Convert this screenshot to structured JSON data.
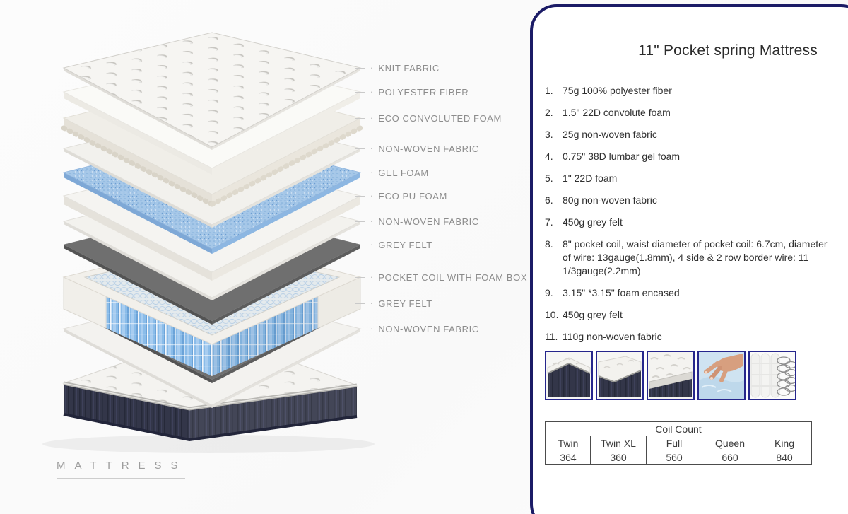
{
  "diagram": {
    "bullet": "·",
    "wordmark": "MATTRESS",
    "labels": [
      {
        "text": "KNIT FABRIC"
      },
      {
        "text": "POLYESTER FIBER"
      },
      {
        "text": "ECO CONVOLUTED FOAM"
      },
      {
        "text": "NON-WOVEN FABRIC"
      },
      {
        "text": "GEL FOAM"
      },
      {
        "text": "ECO PU FOAM"
      },
      {
        "text": "NON-WOVEN FABRIC"
      },
      {
        "text": "GREY FELT"
      },
      {
        "text": "POCKET COIL WITH FOAM BOX"
      },
      {
        "text": "GREY FELT"
      },
      {
        "text": "NON-WOVEN FABRIC"
      }
    ]
  },
  "panel": {
    "title": "11\" Pocket spring Mattress",
    "items": [
      {
        "num": "1.",
        "text": "75g 100% polyester fiber"
      },
      {
        "num": "2.",
        "text": "1.5\" 22D convolute foam"
      },
      {
        "num": "3.",
        "text": "25g non-woven fabric"
      },
      {
        "num": "4.",
        "text": "0.75\" 38D lumbar gel foam"
      },
      {
        "num": "5.",
        "text": "1\" 22D foam"
      },
      {
        "num": "6.",
        "text": "80g non-woven fabric"
      },
      {
        "num": "7.",
        "text": "450g grey felt"
      },
      {
        "num": "8.",
        "text": "8\" pocket coil, waist diameter of pocket coil: 6.7cm, diameter of wire: 13gauge(1.8mm), 4 side & 2 row border wire: 11 1/3gauge(2.2mm)"
      },
      {
        "num": "9.",
        "text": "3.15\" *3.15\" foam encased"
      },
      {
        "num": "10.",
        "text": "450g grey felt"
      },
      {
        "num": "11.",
        "text": "110g non-woven fabric"
      }
    ],
    "thumbnails": [
      {
        "icon": "mattress-corner-photo"
      },
      {
        "icon": "mattress-edge-photo"
      },
      {
        "icon": "mattress-top-corner-photo"
      },
      {
        "icon": "gel-foam-hand-photo"
      },
      {
        "icon": "pocket-springs-photo"
      }
    ],
    "table": {
      "title": "Coil Count",
      "columns": [
        {
          "label": "Twin",
          "value": "364"
        },
        {
          "label": "Twin XL",
          "value": "360"
        },
        {
          "label": "Full",
          "value": "560"
        },
        {
          "label": "Queen",
          "value": "660"
        },
        {
          "label": "King",
          "value": "840"
        }
      ]
    }
  },
  "colors": {
    "accent_navy": "#1b1b66",
    "thumb_border_navy": "#26268c",
    "coil_blue": "#8abce9",
    "gel_blue": "#a5c7e8",
    "felt_grey": "#6f6f6f",
    "mattress_side": "#32354a"
  }
}
